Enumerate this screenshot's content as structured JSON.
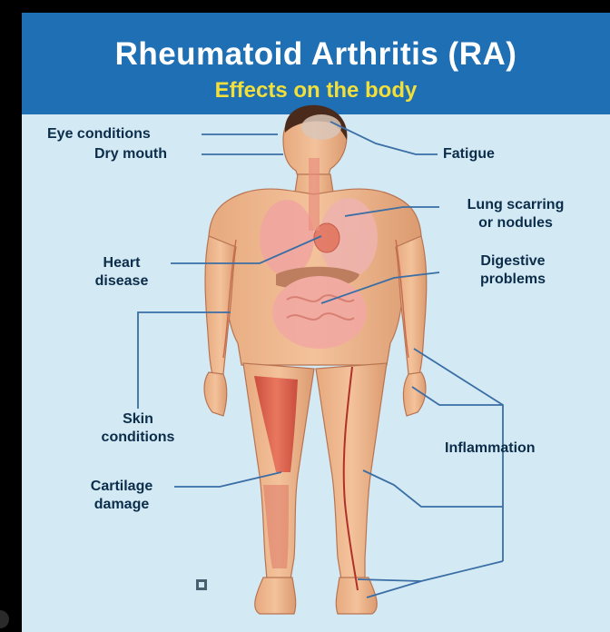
{
  "header": {
    "title": "Rheumatoid Arthritis (RA)",
    "subtitle": "Effects on the body"
  },
  "labels": {
    "eye": "Eye conditions",
    "mouth": "Dry mouth",
    "fatigue": "Fatigue",
    "lung_1": "Lung scarring",
    "lung_2": "or nodules",
    "heart_1": "Heart",
    "heart_2": "disease",
    "digestive_1": "Digestive",
    "digestive_2": "problems",
    "skin_1": "Skin",
    "skin_2": "conditions",
    "inflammation": "Inflammation",
    "cartilage_1": "Cartilage",
    "cartilage_2": "damage"
  },
  "colors": {
    "header_bg": "#1f6fb4",
    "title": "#ffffff",
    "subtitle": "#f3df3a",
    "panel_bg": "#d3e9f4",
    "leader_line": "#3a6ea5"
  },
  "icons": [
    "body-figure",
    "institution-logo"
  ]
}
